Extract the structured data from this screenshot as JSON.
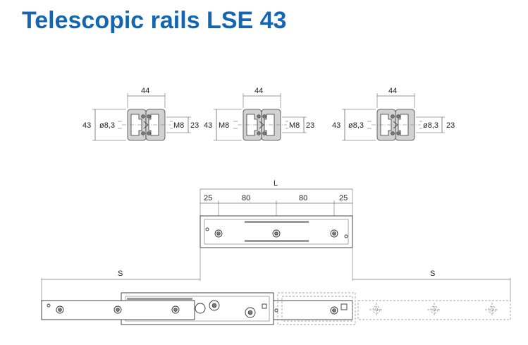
{
  "title": "Telescopic rails LSE 43",
  "sections": [
    {
      "width_label": "44",
      "height_label": "43",
      "left_label": "ø8,3",
      "right_label": "M8",
      "right_height_label": "23"
    },
    {
      "width_label": "44",
      "height_label": "43",
      "left_label": "M8",
      "right_label": "M8",
      "right_height_label": "23"
    },
    {
      "width_label": "44",
      "height_label": "43",
      "left_label": "ø8,3",
      "right_label": "ø8,3",
      "right_height_label": "23"
    }
  ],
  "carriage": {
    "length_label": "L",
    "pitch_labels": [
      "25",
      "80",
      "80",
      "25"
    ]
  },
  "stroke_labels": {
    "left": "S",
    "right": "S"
  }
}
